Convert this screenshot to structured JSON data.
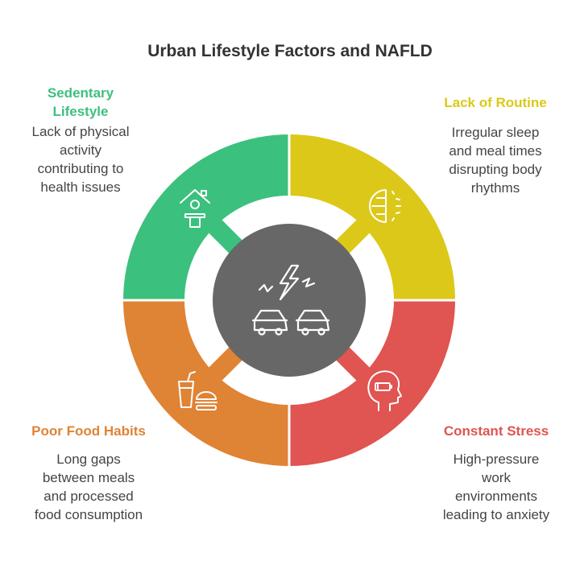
{
  "title": "Urban Lifestyle Factors and NAFLD",
  "colors": {
    "sedentary": "#3cc07e",
    "routine": "#dcc818",
    "food": "#df8334",
    "stress": "#e05451",
    "center": "#676767",
    "text": "#444444"
  },
  "icons": {
    "sedentary": "person-at-desk-icon",
    "routine": "half-sun-clock-icon",
    "food": "fast-food-icon",
    "stress": "stressed-head-icon",
    "center": "traffic-lightning-icon"
  },
  "factors": {
    "sedentary": {
      "heading_line1": "Sedentary",
      "heading_line2": "Lifestyle",
      "desc": [
        "Lack of physical",
        "activity",
        "contributing to",
        "health issues"
      ]
    },
    "routine": {
      "heading": "Lack of Routine",
      "desc": [
        "Irregular sleep",
        "and meal times",
        "disrupting body",
        "rhythms"
      ]
    },
    "food": {
      "heading": "Poor Food Habits",
      "desc": [
        "Long gaps",
        "between meals",
        "and processed",
        "food consumption"
      ]
    },
    "stress": {
      "heading": "Constant Stress",
      "desc": [
        "High-pressure",
        "work",
        "environments",
        "leading to anxiety"
      ]
    }
  }
}
